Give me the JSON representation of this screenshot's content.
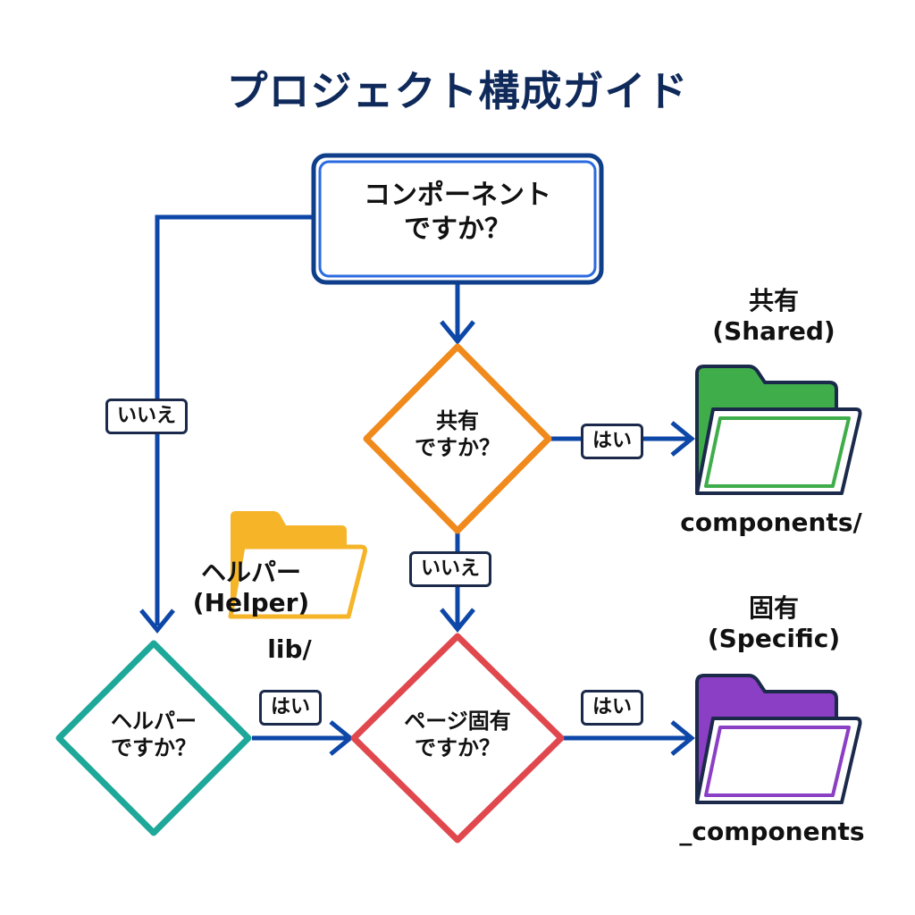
{
  "title": "プロジェクト構成ガイド",
  "nodes": {
    "start": {
      "line1": "コンポーネント",
      "line2": "ですか？",
      "color": "#1a56c4"
    },
    "shared_q": {
      "line1": "共有",
      "line2": "ですか？",
      "color": "#f08a1c"
    },
    "helper_q": {
      "line1": "ヘルパー",
      "line2": "ですか？",
      "color": "#1ea89a"
    },
    "page_q": {
      "line1": "ページ固有",
      "line2": "ですか？",
      "color": "#e0484e"
    }
  },
  "edges": {
    "start_no": "いいえ",
    "shared_yes": "はい",
    "shared_no": "いいえ",
    "helper_yes": "はい",
    "page_yes": "はい"
  },
  "folders": {
    "shared": {
      "title": "共有",
      "subtitle": "(Shared)",
      "path": "components/",
      "color": "#3fae4a",
      "icon": "folder-icon"
    },
    "helper": {
      "title": "ヘルパー",
      "subtitle": "(Helper)",
      "path": "lib/",
      "color": "#f6b428",
      "icon": "folder-icon"
    },
    "specific": {
      "title": "固有",
      "subtitle": "(Specific)",
      "path": "_components",
      "color": "#8b3fc4",
      "icon": "folder-icon"
    }
  },
  "arrow_color": "#0d47a8"
}
